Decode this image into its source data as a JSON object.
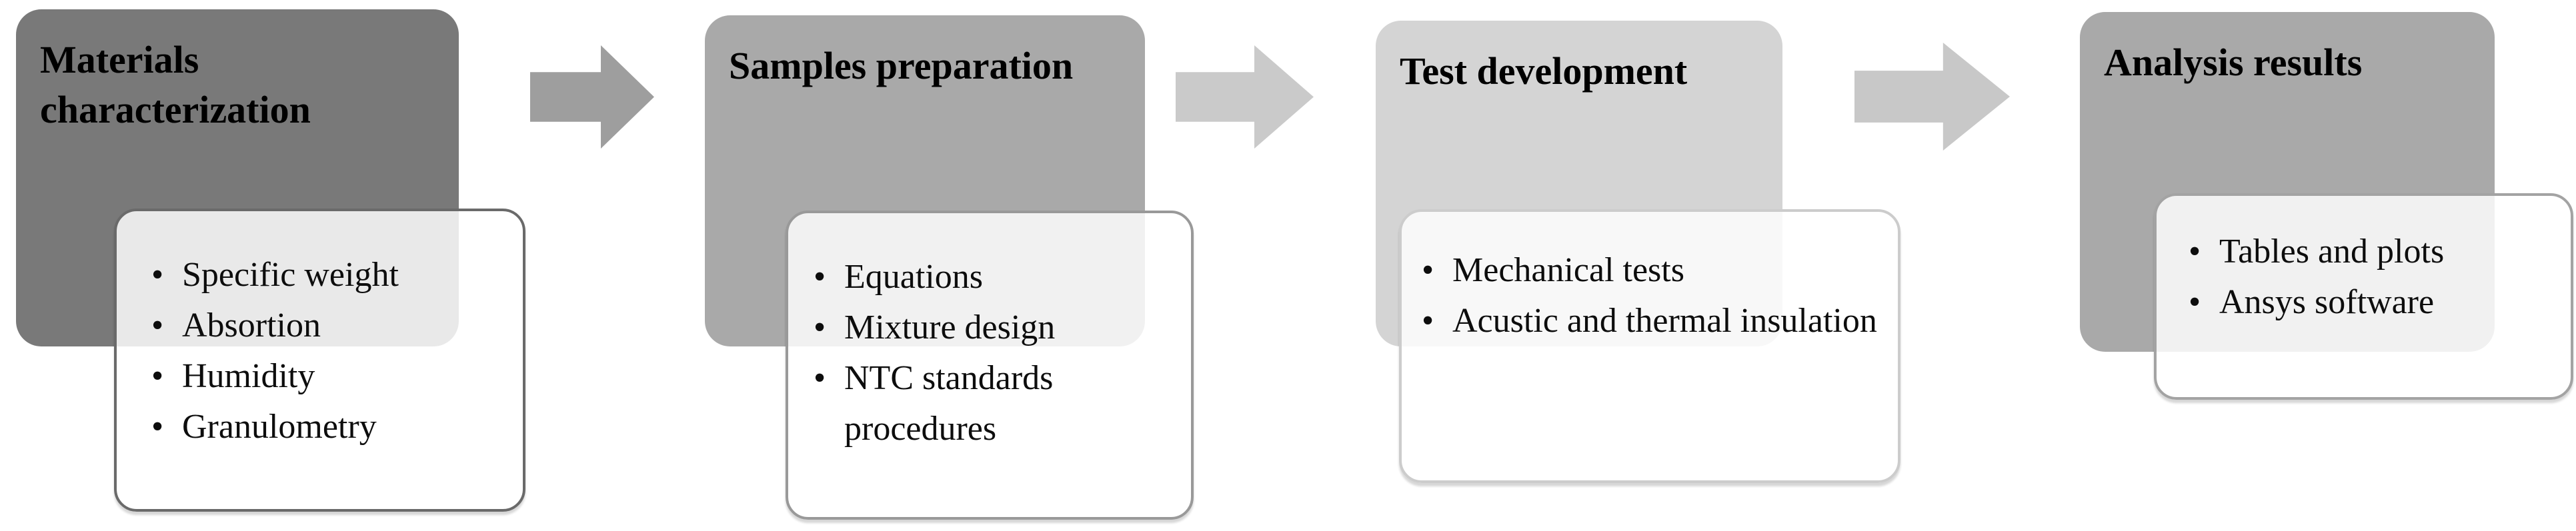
{
  "diagram": {
    "background_color": "#ffffff",
    "bullet_glyph": "•",
    "stages": [
      {
        "title": "Materials characterization",
        "box_color": "#797979",
        "card_border_color": "#6a6a6a",
        "bullets": [
          "Specific weight",
          "Absortion",
          "Humidity",
          "Granulometry"
        ]
      },
      {
        "title": "Samples preparation",
        "box_color": "#a9a9a9",
        "card_border_color": "#999999",
        "bullets": [
          "Equations",
          "Mixture design",
          "NTC standards procedures"
        ]
      },
      {
        "title": "Test development",
        "box_color": "#d4d4d4",
        "card_border_color": "#cccccc",
        "bullets": [
          "Mechanical tests",
          "Acustic and thermal insulation"
        ]
      },
      {
        "title": "Analysis results",
        "box_color": "#a9a9a9",
        "card_border_color": "#a3a3a3",
        "bullets": [
          "Tables and plots",
          "Ansys software"
        ]
      }
    ],
    "arrows": [
      {
        "color": "#9e9e9e"
      },
      {
        "color": "#cacaca"
      },
      {
        "color": "#c8c8c8"
      }
    ]
  }
}
